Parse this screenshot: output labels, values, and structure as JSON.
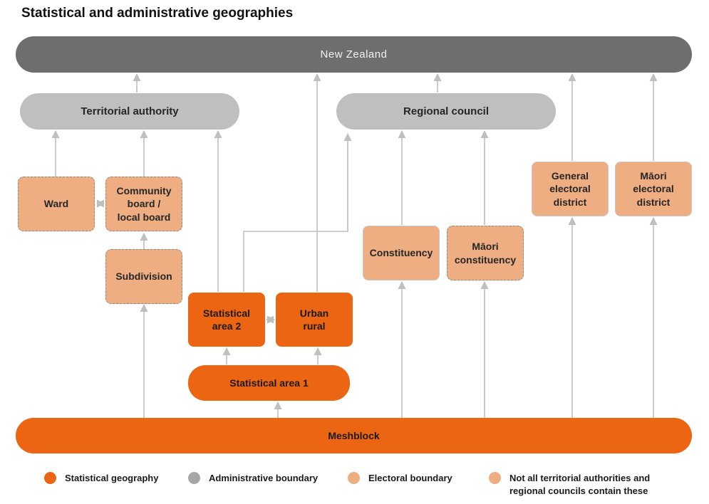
{
  "title": "Statistical and administrative geographies",
  "nodes": {
    "new_zealand": "New Zealand",
    "territorial_authority": "Territorial authority",
    "regional_council": "Regional council",
    "ward": "Ward",
    "community_board": [
      "Community",
      "board /",
      "local board"
    ],
    "subdivision": "Subdivision",
    "constituency": "Constituency",
    "maori_constituency": [
      "Māori",
      "constituency"
    ],
    "general_electoral_district": [
      "General",
      "electoral",
      "district"
    ],
    "maori_electoral_district": [
      "Māori",
      "electoral",
      "district"
    ],
    "statistical_area_2": [
      "Statistical",
      "area 2"
    ],
    "urban_rural": [
      "Urban",
      "rural"
    ],
    "statistical_area_1": "Statistical area 1",
    "meshblock": "Meshblock"
  },
  "legend": [
    {
      "label": "Statistical geography",
      "color": "#eb6512"
    },
    {
      "label": "Administrative boundary",
      "color": "#a6a6a6"
    },
    {
      "label": "Electoral boundary",
      "color": "#eeae82"
    },
    {
      "label": [
        "Not all territorial authorities and",
        "regional councils contain these"
      ],
      "color": "#eeae82"
    }
  ],
  "colors": {
    "statistical": "#eb6512",
    "administrative": "#bfbfbf",
    "national": "#6e6e6e",
    "electoral": "#eeae82",
    "arrow": "#bfbfbf"
  }
}
